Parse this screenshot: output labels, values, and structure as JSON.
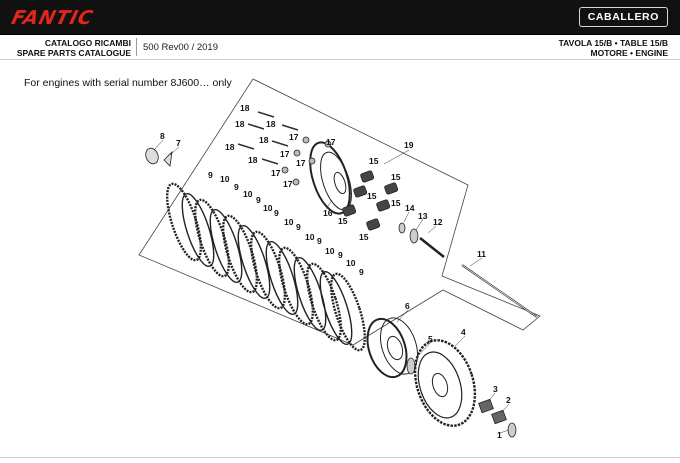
{
  "header": {
    "brand": "FANTIC",
    "model_badge": "CABALLERO",
    "catalog_it": "CATALOGO RICAMBI",
    "catalog_en": "SPARE PARTS CATALOGUE",
    "edition": "500 Rev00 / 2019",
    "table_line": "TAVOLA 15/B • TABLE 15/B",
    "group_line": "MOTORE • ENGINE"
  },
  "note": "For engines with serial number 8J600… only",
  "callouts": {
    "c1": "1",
    "c2": "2",
    "c3": "3",
    "c4": "4",
    "c5": "5",
    "c6": "6",
    "c7": "7",
    "c8": "8",
    "c11": "11",
    "c12": "12",
    "c13": "13",
    "c14": "14",
    "c16": "16",
    "c19": "19",
    "c18a": "18",
    "c18b": "18",
    "c18c": "18",
    "c18d": "18",
    "c18e": "18",
    "c18f": "18",
    "c17a": "17",
    "c17b": "17",
    "c17c": "17",
    "c17d": "17",
    "c17e": "17",
    "c17f": "17",
    "c15a": "15",
    "c15b": "15",
    "c15c": "15",
    "c15d": "15",
    "c15e": "15",
    "c15f": "15",
    "c9a": "9",
    "c9b": "9",
    "c9c": "9",
    "c9d": "9",
    "c9e": "9",
    "c9f": "9",
    "c9g": "9",
    "c9h": "9",
    "c10a": "10",
    "c10b": "10",
    "c10c": "10",
    "c10d": "10",
    "c10e": "10",
    "c10f": "10",
    "c10g": "10"
  }
}
